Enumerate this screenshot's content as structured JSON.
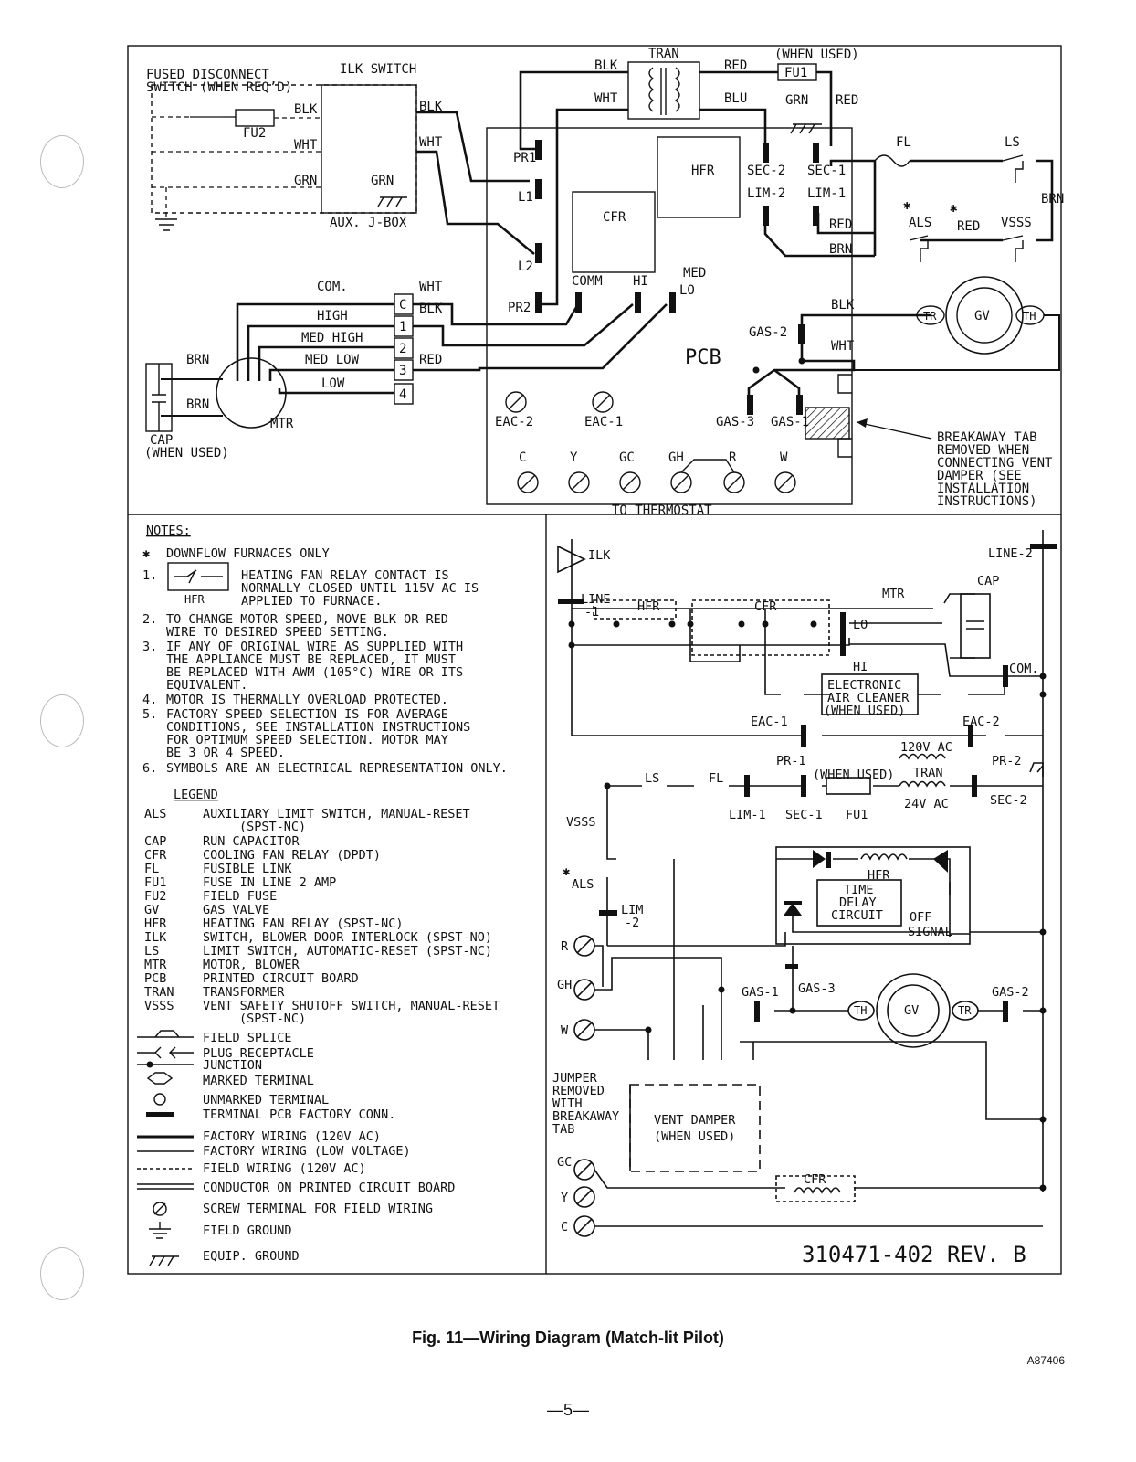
{
  "figure": {
    "caption": "Fig. 11—Wiring Diagram (Match-lit Pilot)",
    "code": "A87406",
    "page": "—5—",
    "rev": "310471-402 REV. B"
  },
  "top": {
    "fused_disconnect": [
      "FUSED DISCONNECT",
      "SWITCH (WHEN REQ’D)"
    ],
    "ilk_switch": "ILK SWITCH",
    "fu2": "FU2",
    "aux_jbox": "AUX. J-BOX",
    "tran": "TRAN",
    "when_used": "(WHEN USED)",
    "fu1": "FU1",
    "wire_colors": {
      "blk": "BLK",
      "wht": "WHT",
      "grn": "GRN",
      "red": "RED",
      "blu": "BLU",
      "brn": "BRN"
    },
    "pcb_terminals": [
      "PR1",
      "L1",
      "L2",
      "PR2",
      "COMM",
      "HI",
      "MED",
      "LO",
      "SEC-2",
      "SEC-1",
      "LIM-2",
      "LIM-1",
      "GAS-2",
      "GAS-3",
      "GAS-1",
      "EAC-2",
      "EAC-1"
    ],
    "relays": {
      "hfr": "HFR",
      "cfr": "CFR",
      "pcb": "PCB"
    },
    "speed_labels": [
      "COM.",
      "HIGH",
      "MED HIGH",
      "MED LOW",
      "LOW"
    ],
    "speed_terms": [
      "C",
      "1",
      "2",
      "3",
      "4"
    ],
    "cap": [
      "CAP",
      "(WHEN USED)"
    ],
    "mtr": "MTR",
    "fl": "FL",
    "ls": "LS",
    "als": "ALS",
    "vsss": "VSSS",
    "gv": "GV",
    "tr": "TR",
    "th": "TH",
    "star": "✱",
    "thermostat_terms": [
      "C",
      "Y",
      "GC",
      "GH",
      "R",
      "W"
    ],
    "to_thermostat": "TO THERMOSTAT",
    "breakaway": [
      "BREAKAWAY TAB",
      "REMOVED WHEN",
      "CONNECTING VENT",
      "DAMPER (SEE",
      "INSTALLATION",
      "INSTRUCTIONS)"
    ]
  },
  "notes": {
    "title": "NOTES:",
    "star_note": "DOWNFLOW FURNACES ONLY",
    "items": [
      [
        "1.",
        "HEATING FAN RELAY CONTACT IS",
        "NORMALLY CLOSED UNTIL 115V AC IS",
        "APPLIED TO FURNACE."
      ],
      [
        "2.",
        "TO CHANGE MOTOR SPEED, MOVE BLK OR RED",
        "WIRE TO DESIRED SPEED SETTING."
      ],
      [
        "3.",
        "IF ANY OF ORIGINAL WIRE AS SUPPLIED WITH",
        "THE APPLIANCE MUST BE REPLACED, IT MUST",
        "BE REPLACED WITH AWM (105°C) WIRE OR ITS",
        "EQUIVALENT."
      ],
      [
        "4.",
        "MOTOR IS THERMALLY OVERLOAD PROTECTED."
      ],
      [
        "5.",
        "FACTORY SPEED SELECTION IS FOR AVERAGE",
        "CONDITIONS, SEE INSTALLATION INSTRUCTIONS",
        "FOR OPTIMUM SPEED SELECTION.  MOTOR MAY",
        "BE 3 OR 4 SPEED."
      ],
      [
        "6.",
        "SYMBOLS ARE AN ELECTRICAL REPRESENTATION ONLY."
      ]
    ],
    "hfr_symbol": "HFR"
  },
  "legend": {
    "title": "LEGEND",
    "entries": [
      [
        "ALS",
        "AUXILIARY LIMIT SWITCH, MANUAL-RESET",
        "(SPST-NC)"
      ],
      [
        "CAP",
        "RUN CAPACITOR"
      ],
      [
        "CFR",
        "COOLING FAN RELAY (DPDT)"
      ],
      [
        "FL",
        "FUSIBLE LINK"
      ],
      [
        "FU1",
        "FUSE IN LINE 2 AMP"
      ],
      [
        "FU2",
        "FIELD FUSE"
      ],
      [
        "GV",
        "GAS VALVE"
      ],
      [
        "HFR",
        "HEATING FAN RELAY (SPST-NC)"
      ],
      [
        "ILK",
        "SWITCH, BLOWER DOOR INTERLOCK (SPST-NO)"
      ],
      [
        "LS",
        "LIMIT SWITCH, AUTOMATIC-RESET (SPST-NC)"
      ],
      [
        "MTR",
        "MOTOR, BLOWER"
      ],
      [
        "PCB",
        "PRINTED CIRCUIT BOARD"
      ],
      [
        "TRAN",
        "TRANSFORMER"
      ],
      [
        "VSSS",
        "VENT SAFETY SHUTOFF SWITCH, MANUAL-RESET",
        "(SPST-NC)"
      ]
    ],
    "symbols": [
      "FIELD SPLICE",
      "PLUG RECEPTACLE",
      "JUNCTION",
      "MARKED TERMINAL",
      "UNMARKED TERMINAL",
      "TERMINAL PCB FACTORY CONN.",
      "FACTORY WIRING (120V AC)",
      "FACTORY WIRING (LOW VOLTAGE)",
      "FIELD WIRING (120V AC)",
      "CONDUCTOR ON PRINTED CIRCUIT BOARD",
      "SCREW TERMINAL FOR FIELD WIRING",
      "FIELD GROUND",
      "EQUIP. GROUND"
    ]
  },
  "ladder": {
    "ilk": "ILK",
    "line1": [
      "LINE",
      "-1"
    ],
    "line2": "LINE-2",
    "hfr": "HFR",
    "cfr": "CFR",
    "mtr": "MTR",
    "cap": "CAP",
    "lo": "LO",
    "hi": "HI",
    "com": "COM.",
    "eac": [
      "ELECTRONIC",
      "AIR CLEANER",
      "(WHEN USED)"
    ],
    "eac1": "EAC-1",
    "eac2": "EAC-2",
    "v120": "120V AC",
    "pr1": "PR-1",
    "pr2": "PR-2",
    "tran": "TRAN",
    "when_used": "(WHEN USED)",
    "v24": "24V AC",
    "ls": "LS",
    "fl": "FL",
    "lim1": "LIM-1",
    "sec1": "SEC-1",
    "fu1": "FU1",
    "sec2": "SEC-2",
    "vsss": "VSSS",
    "als": "ALS",
    "lim2": [
      "LIM",
      "-2"
    ],
    "time_delay": [
      "TIME",
      "DELAY",
      "CIRCUIT"
    ],
    "off": "OFF",
    "signal": "SIGNAL",
    "gas1": "GAS-1",
    "gas3": "GAS-3",
    "gas2": "GAS-2",
    "th": "TH",
    "tr": "TR",
    "gv": "GV",
    "terms": [
      "R",
      "GH",
      "W",
      "GC",
      "Y",
      "C"
    ],
    "jumper": [
      "JUMPER",
      "REMOVED",
      "WITH",
      "BREAKAWAY",
      "TAB"
    ],
    "vent": [
      "VENT DAMPER",
      "(WHEN USED)"
    ]
  }
}
